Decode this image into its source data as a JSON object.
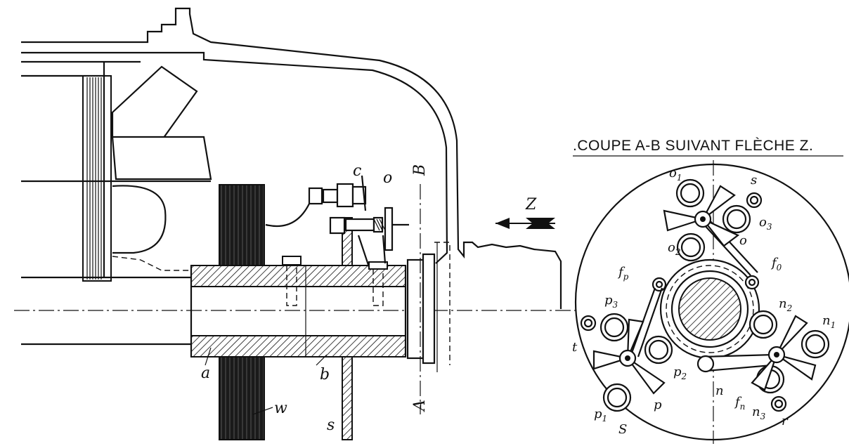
{
  "section_title": ".COUPE A-B SUIVANT FLÈCHE Z.",
  "side_view_labels": {
    "c": "c",
    "o": "o",
    "B": "B",
    "A": "A",
    "Z": "Z",
    "a": "a",
    "b": "b",
    "s": "s",
    "w": "w"
  },
  "section_labels": {
    "o1": "o",
    "o1_sub": "1",
    "s_top": "s",
    "o3": "o",
    "o3_sub": "3",
    "o2": "o",
    "o2_sub": "2",
    "o": "o",
    "fo": "f",
    "fo_sub": "0",
    "fp": "f",
    "fp_sub": "p",
    "p3": "p",
    "p3_sub": "3",
    "n2": "n",
    "n2_sub": "2",
    "n1": "n",
    "n1_sub": "1",
    "t": "t",
    "p2": "p",
    "p2_sub": "2",
    "n": "n",
    "fn": "f",
    "fn_sub": "n",
    "n3": "n",
    "n3_sub": "3",
    "p": "p",
    "p1": "p",
    "p1_sub": "1",
    "S": "S",
    "r": "r"
  }
}
